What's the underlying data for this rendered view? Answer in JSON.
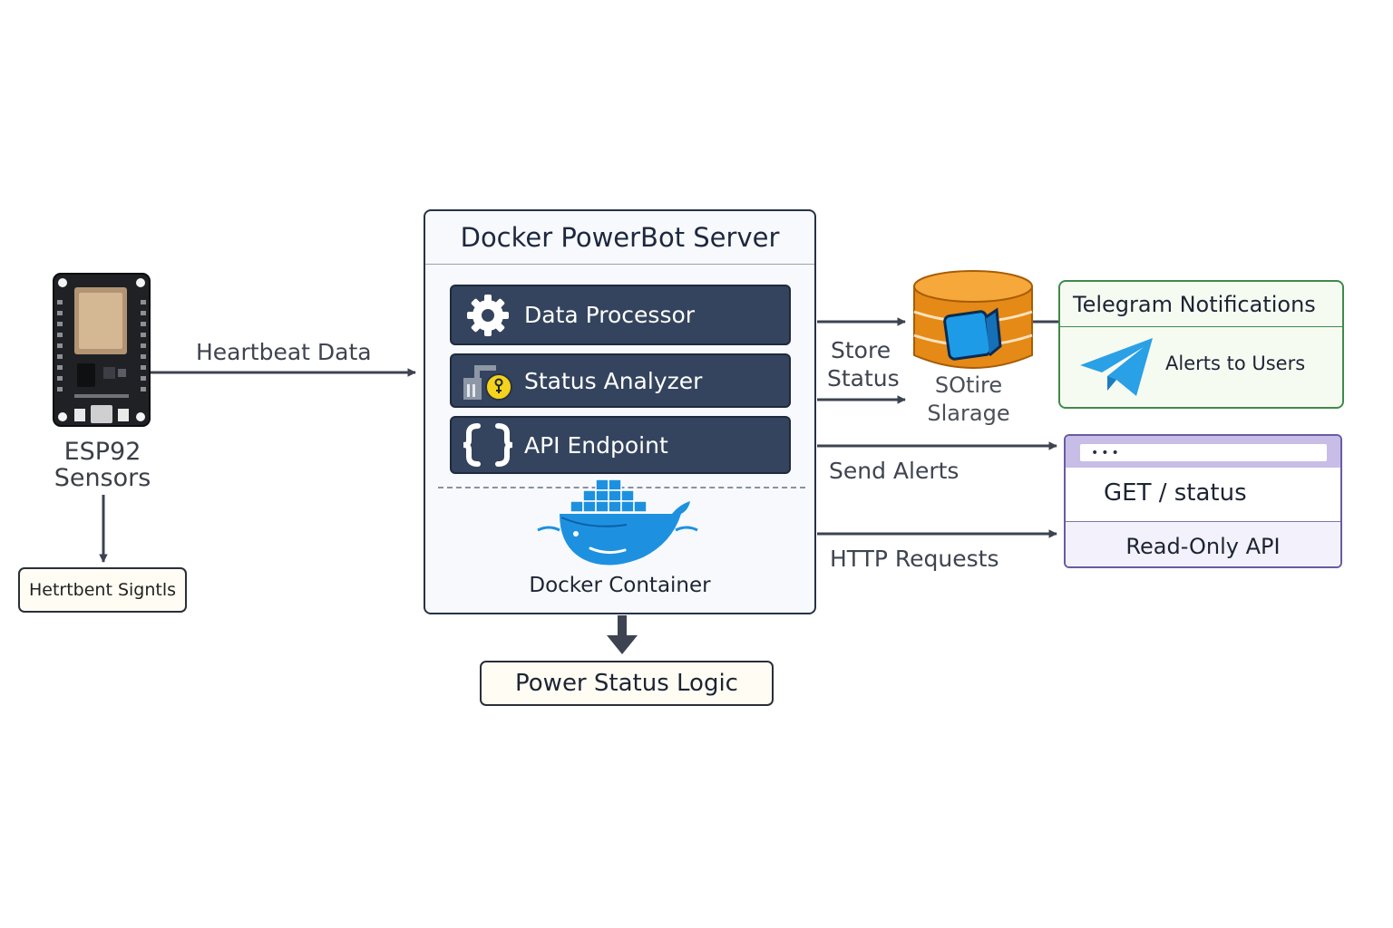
{
  "sensor": {
    "name_line1": "ESP92",
    "name_line2": "Sensors",
    "output_box": "Hetrtbent Signtls"
  },
  "edges": {
    "heartbeat": "Heartbeat Data",
    "store_line1": "Store",
    "store_line2": "Status",
    "send_alerts": "Send Alerts",
    "http_requests": "HTTP Requests"
  },
  "server": {
    "title": "Docker PowerBot Server",
    "modules": [
      {
        "label": "Data Processor",
        "icon": "gear-icon"
      },
      {
        "label": "Status Analyzer",
        "icon": "analyzer-icon"
      },
      {
        "label": "API Endpoint",
        "icon": "braces-icon"
      }
    ],
    "container_label": "Docker Container",
    "container_icon": "docker-whale-icon"
  },
  "logic": {
    "label": "Power Status Logic"
  },
  "storage": {
    "line1": "SOtire",
    "line2": "Slarage",
    "icon": "database-icon"
  },
  "telegram": {
    "title": "Telegram Notifications",
    "subtitle": "Alerts to Users",
    "icon": "telegram-icon"
  },
  "api": {
    "dots": "•••",
    "route": "GET / status",
    "footer": "Read-Only API"
  },
  "colors": {
    "module_fill": "#34445e",
    "server_border": "#263246",
    "telegram_border": "#3f8a4a",
    "api_border": "#6a5aa4",
    "storage_orange": "#e58a16",
    "docker_blue": "#1d91e0",
    "telegram_blue": "#2aa0e6"
  }
}
